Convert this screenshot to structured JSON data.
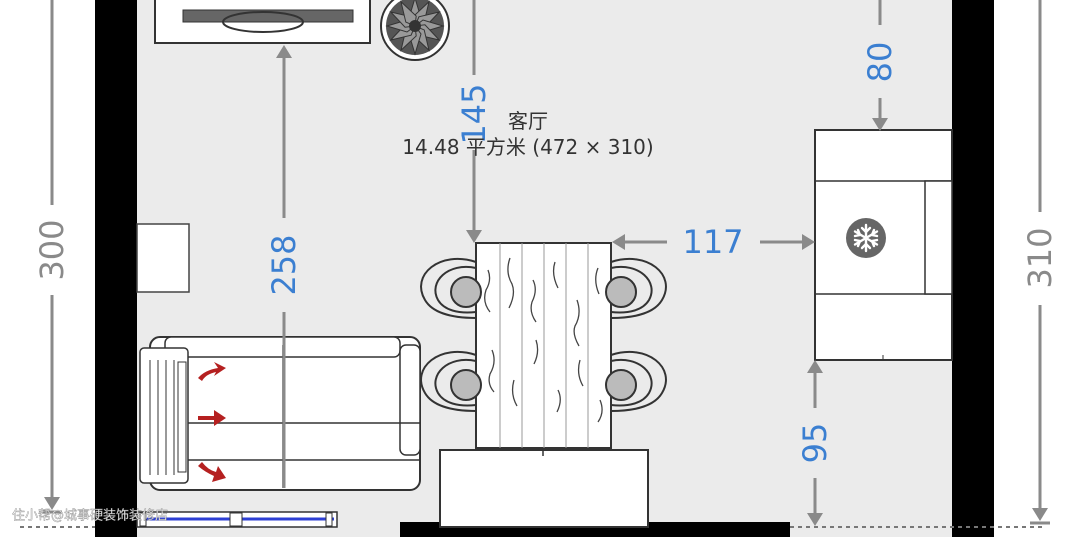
{
  "room": {
    "name": "客厅",
    "area_line": "14.48 平方米 (472 × 310)"
  },
  "dimensions": {
    "left_outer": "300",
    "right_outer": "310",
    "tv_to_sofa": "258",
    "tv_to_table": "145",
    "table_to_fridge": "117",
    "top_right_gap": "80",
    "bottom_right_gap": "95"
  },
  "colors": {
    "wall": "#000000",
    "floor": "#ebebeb",
    "dim_blue": "#3b7fd1",
    "dim_gray": "#8a8a8a",
    "heater_arrow": "#b52020",
    "window_blue": "#2d3fd4"
  },
  "icons": {
    "fan": "fan-icon",
    "fridge": "snowflake-icon",
    "heater": "heater-arrow-icon"
  },
  "watermark": "住小帮@城事硬装饰装修店"
}
